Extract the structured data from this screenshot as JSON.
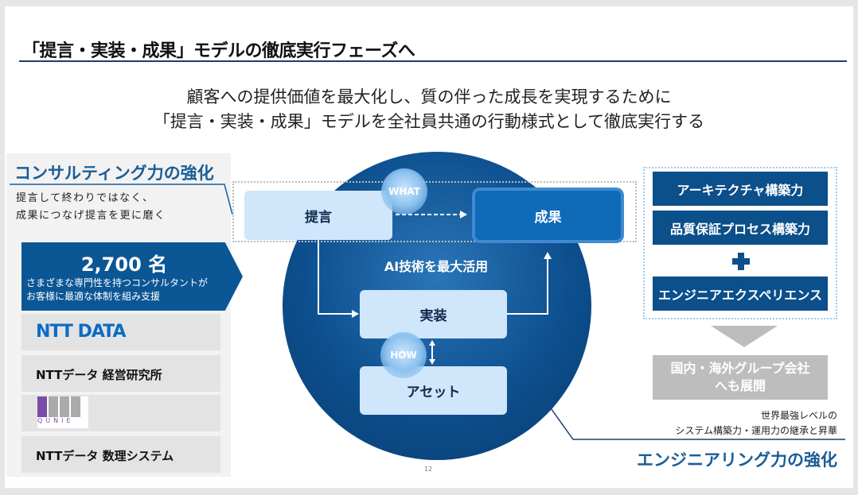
{
  "title": "「提言・実装・成果」モデルの徹底実行フェーズへ",
  "subtitle": [
    "顧客への提供価値を最大化し、質の伴った成長を実現するために",
    "「提言・実装・成果」モデルを全社員共通の行動様式として徹底実行する"
  ],
  "left": {
    "heading": "コンサルティング力の強化",
    "desc": [
      "提言して終わりではなく、",
      "成果につなげ提言を更に磨く"
    ],
    "count": "2,700 名",
    "count_desc": [
      "さまざまな専門性を持つコンサルタントが",
      "お客様に最適な体制を組み支援"
    ],
    "companies": [
      "NTT DATA",
      "NTTデータ 経営研究所",
      "QUNIE",
      "NTTデータ 数理システム"
    ]
  },
  "center": {
    "proposal": "提言",
    "result": "成果",
    "implementation": "実装",
    "asset": "アセット",
    "what": "WHAT",
    "how": "HOW",
    "ai": "AI技術を最大活用"
  },
  "right": {
    "boxes": [
      "アーキテクチャ構築力",
      "品質保証プロセス構築力",
      "エンジニアエクスペリエンス"
    ],
    "expand": [
      "国内・海外グループ会社",
      "へも展開"
    ],
    "desc": [
      "世界最強レベルの",
      "システム構築力・運用力の継承と昇華"
    ],
    "heading": "エンジニアリング力の強化"
  },
  "page_number": "12"
}
